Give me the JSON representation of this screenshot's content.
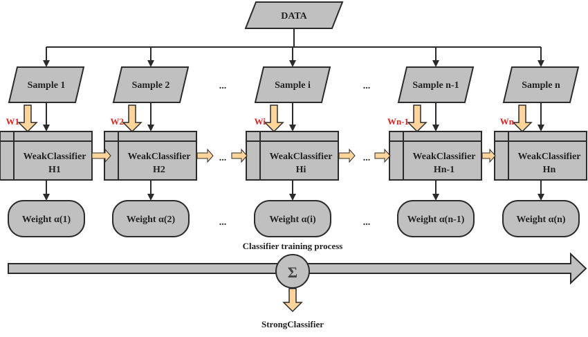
{
  "data_label": "DATA",
  "stages": [
    {
      "sample": "Sample 1",
      "weight_in": "W1",
      "classifier": "WeakClassifier",
      "classifier_id": "H1",
      "alpha": "Weight α(1)"
    },
    {
      "sample": "Sample 2",
      "weight_in": "W2",
      "classifier": "WeakClassifier",
      "classifier_id": "H2",
      "alpha": "Weight α(2)"
    },
    {
      "sample": "Sample i",
      "weight_in": "Wi",
      "classifier": "WeakClassifier",
      "classifier_id": "Hi",
      "alpha": "Weight α(i)"
    },
    {
      "sample": "Sample n-1",
      "weight_in": "Wn-1",
      "classifier": "WeakClassifier",
      "classifier_id": "Hn-1",
      "alpha": "Weight α(n-1)"
    },
    {
      "sample": "Sample n",
      "weight_in": "Wn",
      "classifier": "WeakClassifier",
      "classifier_id": "Hn",
      "alpha": "Weight α(n)"
    }
  ],
  "ellipsis": "...",
  "process_label": "Classifier training process",
  "sum_symbol": "Σ",
  "output_label": "StrongClassifier",
  "colors": {
    "box_fill": "#c0c0c0",
    "stroke": "#2b2b2b",
    "arrow_fill": "#fdd49a",
    "weight_label": "#e8231f"
  }
}
